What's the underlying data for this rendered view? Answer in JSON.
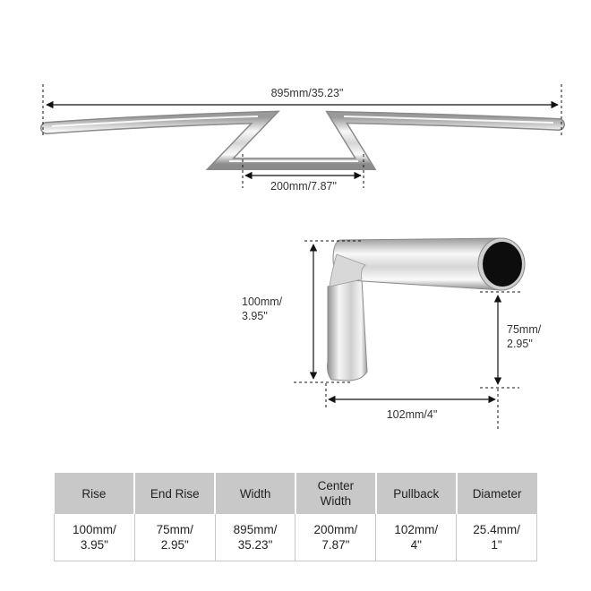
{
  "dimensions": {
    "total_width": "895mm/35.23\"",
    "center_width": "200mm/7.87\"",
    "rise": "100mm/\n3.95\"",
    "end_rise": "75mm/\n2.95\"",
    "pullback": "102mm/4\""
  },
  "colors": {
    "chrome_light": "#f7f7f7",
    "chrome_mid": "#bdbdbd",
    "chrome_dark": "#8a8a8a",
    "arrow": "#111111",
    "header_bg": "#c8c8c8"
  },
  "spec_table": {
    "headers": [
      "Rise",
      "End Rise",
      "Width",
      "Center\nWidth",
      "Pullback",
      "Diameter"
    ],
    "values": [
      "100mm/\n3.95\"",
      "75mm/\n2.95\"",
      "895mm/\n35.23\"",
      "200mm/\n7.87\"",
      "102mm/\n4\"",
      "25.4mm/\n1\""
    ]
  }
}
